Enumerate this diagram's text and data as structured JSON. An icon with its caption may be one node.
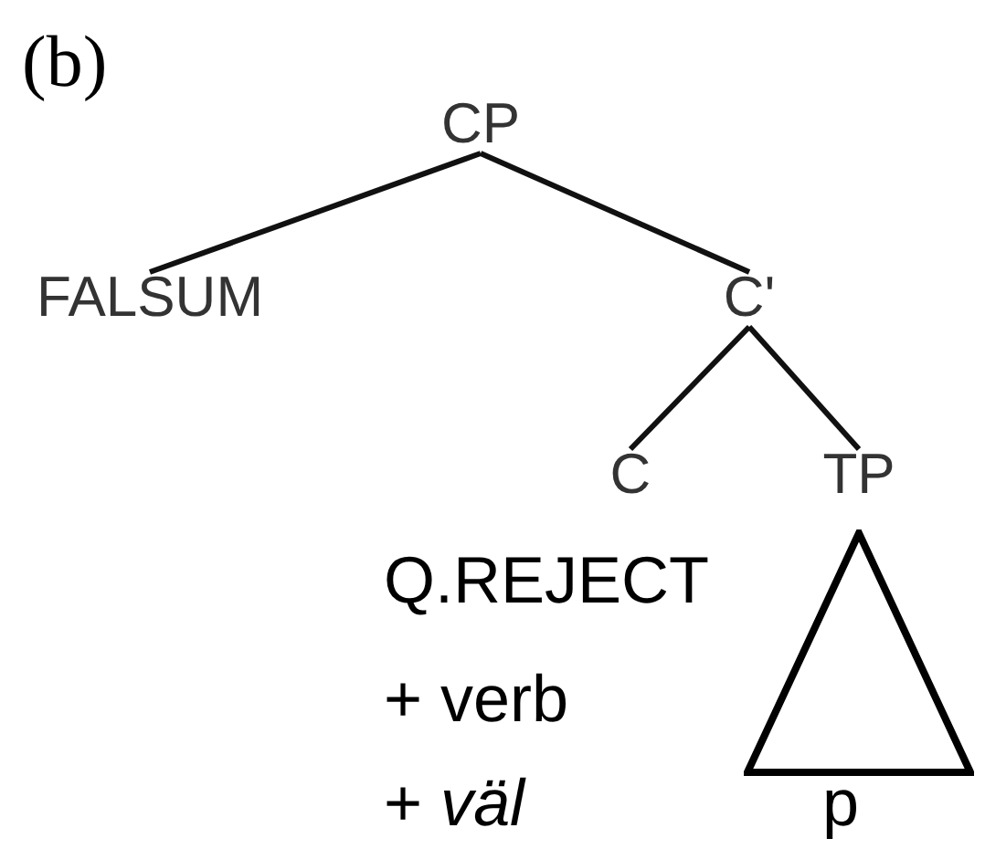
{
  "diagram": {
    "nodes": [
      {
        "text": [
          "CP"
        ]
      },
      {
        "text": [
          "FALSUM"
        ]
      },
      {
        "text": [
          "C'"
        ]
      },
      {
        "text": [
          "C"
        ],
        "beside": [
          "Q.REJECT",
          "+ verb",
          "+ *väl*"
        ]
      },
      {
        "text": [
          "TP"
        ]
      },
      {
        "text": [],
        "shape": "triangle",
        "beside": [
          "p"
        ]
      }
    ],
    "edges": [
      {
        "from": 0,
        "to": 1,
        "arrow": "none"
      },
      {
        "from": 0,
        "to": 2,
        "arrow": "none"
      },
      {
        "from": 2,
        "to": 3,
        "arrow": "none"
      },
      {
        "from": 2,
        "to": 4,
        "arrow": "none"
      }
    ],
    "labels": [
      "(b)"
    ]
  }
}
